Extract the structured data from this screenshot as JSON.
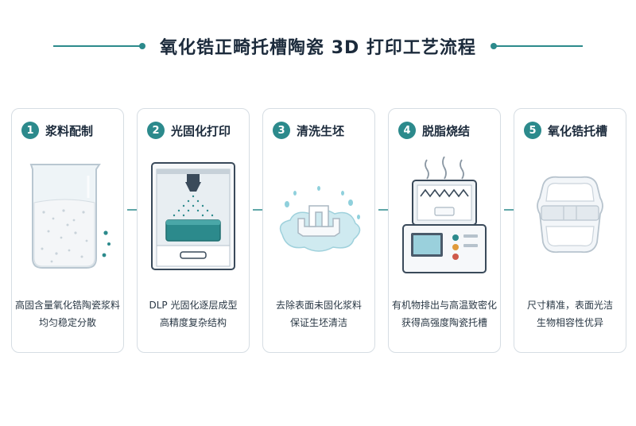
{
  "title": "氧化锆正畸托槽陶瓷 3D 打印工艺流程",
  "accent_color": "#2c8a8c",
  "steps": [
    {
      "number": "1",
      "title": "浆料配制",
      "lines": [
        "高固含量氧化锆陶瓷浆料",
        "均匀稳定分散"
      ],
      "icon": "beaker-slurry-icon"
    },
    {
      "number": "2",
      "title": "光固化打印",
      "lines": [
        "DLP 光固化逐层成型",
        "高精度复杂结构"
      ],
      "icon": "dlp-printer-icon"
    },
    {
      "number": "3",
      "title": "清洗生坯",
      "lines": [
        "去除表面未固化浆料",
        "保证生坯清洁"
      ],
      "icon": "washing-green-body-icon"
    },
    {
      "number": "4",
      "title": "脱脂烧结",
      "lines": [
        "有机物排出与高温致密化",
        "获得高强度陶瓷托槽"
      ],
      "icon": "sintering-furnace-icon"
    },
    {
      "number": "5",
      "title": "氧化锆托槽",
      "lines": [
        "尺寸精准，表面光洁",
        "生物相容性优异"
      ],
      "icon": "ceramic-bracket-icon"
    }
  ]
}
